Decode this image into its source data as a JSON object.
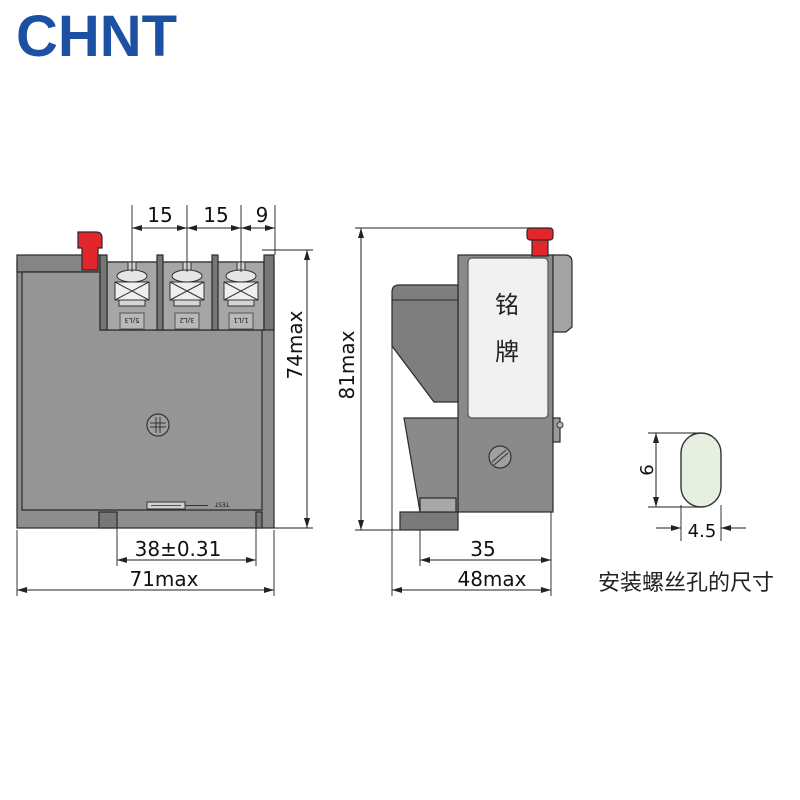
{
  "logo": {
    "text": "CHNT"
  },
  "front_view": {
    "terminal_pitch_1": "15",
    "terminal_pitch_2": "15",
    "terminal_edge": "9",
    "height": "74max",
    "mounting_hole_spacing": "38±0.31",
    "width": "71max",
    "terminal_labels": [
      "5/L3",
      "3/L2",
      "1/L1"
    ],
    "test_label": "TEST"
  },
  "side_view": {
    "height": "81max",
    "nameplate": [
      "铭",
      "牌"
    ],
    "mounting_offset": "35",
    "depth": "48max"
  },
  "mounting_hole": {
    "height": "6",
    "width": "4.5",
    "caption": "安装螺丝孔的尺寸"
  },
  "colors": {
    "logo": "#1c50a2",
    "reset_knob": "#e3262c",
    "housing": "#8d8d8d",
    "hole_fill": "#e6efe0"
  }
}
